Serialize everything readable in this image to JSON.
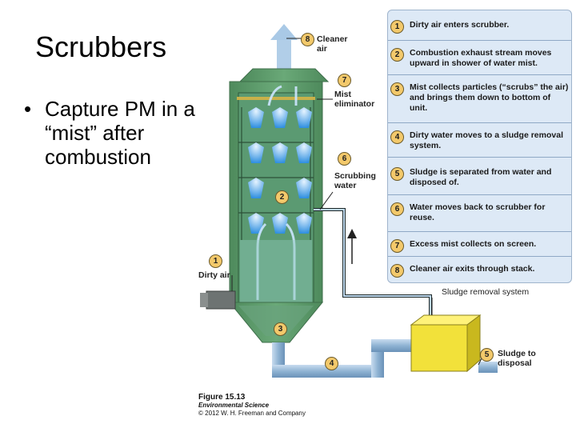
{
  "slide": {
    "title": "Scrubbers",
    "bullet": "Capture PM in a “mist” after combustion",
    "bullet_marker": "•"
  },
  "steps": [
    {
      "num": "1",
      "text": "Dirty air enters scrubber."
    },
    {
      "num": "2",
      "text": "Combustion exhaust stream moves upward in shower of water mist."
    },
    {
      "num": "3",
      "text": "Mist collects particles (“scrubs” the air) and brings them down to bottom of unit."
    },
    {
      "num": "4",
      "text": "Dirty water moves to a sludge removal system."
    },
    {
      "num": "5",
      "text": "Sludge is separated from water and disposed of."
    },
    {
      "num": "6",
      "text": "Water moves back to scrubber for reuse."
    },
    {
      "num": "7",
      "text": "Excess mist collects on screen."
    },
    {
      "num": "8",
      "text": "Cleaner air exits through stack."
    }
  ],
  "callouts": {
    "cleaner_air": "Cleaner air",
    "mist_eliminator": "Mist eliminator",
    "scrubbing_water": "Scrubbing water",
    "dirty_air": "Dirty air",
    "sludge_removal": "Sludge removal system",
    "sludge_disposal": "Sludge to disposal"
  },
  "badges": {
    "b8": "8",
    "b7": "7",
    "b6": "6",
    "b2": "2",
    "b1": "1",
    "b3": "3",
    "b4": "4",
    "b5": "5"
  },
  "caption": {
    "figure": "Figure 15.13",
    "book": "Environmental Science",
    "copyright": "© 2012 W. H. Freeman and Company"
  },
  "colors": {
    "tower": "#5f9a6c",
    "tower_dark": "#3f6f4b",
    "pipe": "#8fb3d3",
    "mist": "#3fa0e8",
    "sludge_box": "#f2e13a",
    "steps_bg": "#dde9f6",
    "badge": "#f3c96b"
  }
}
